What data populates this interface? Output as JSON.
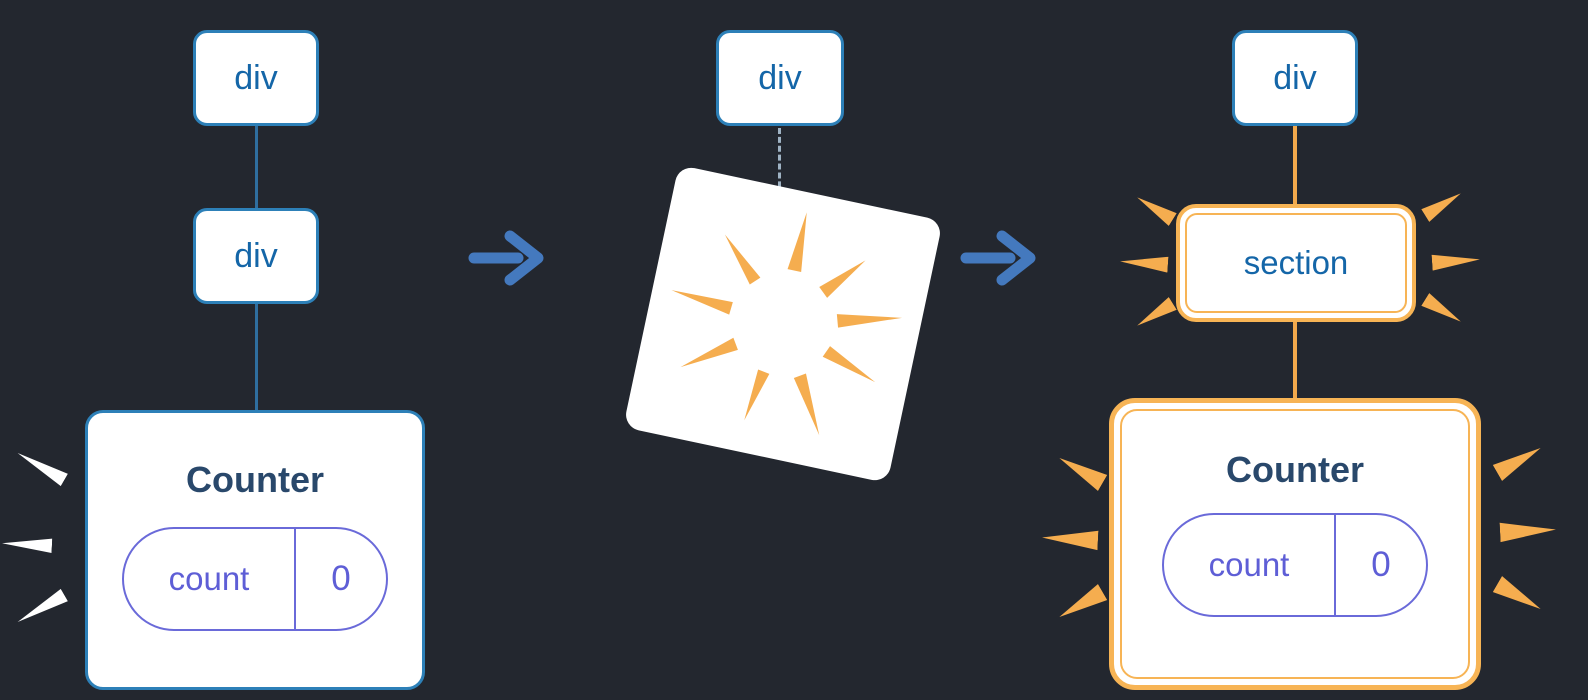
{
  "colors": {
    "background": "#23272f",
    "node_border_blue": "#2d80b8",
    "node_label_blue": "#1466a8",
    "title_navy": "#29486b",
    "state_purple": "#5e5ed6",
    "connector_blue": "#2f6e9f",
    "arrow_blue": "#4479be",
    "highlight_orange": "#f5ad4f",
    "dashed_gray": "#9fb3c4",
    "card_white": "#ffffff"
  },
  "panels": {
    "before": {
      "root_label": "div",
      "child_label": "div",
      "component": {
        "title": "Counter",
        "state_key": "count",
        "state_value": "0"
      }
    },
    "transition": {
      "root_label": "div"
    },
    "after": {
      "root_label": "div",
      "section_label": "section",
      "component": {
        "title": "Counter",
        "state_key": "count",
        "state_value": "0"
      }
    }
  }
}
